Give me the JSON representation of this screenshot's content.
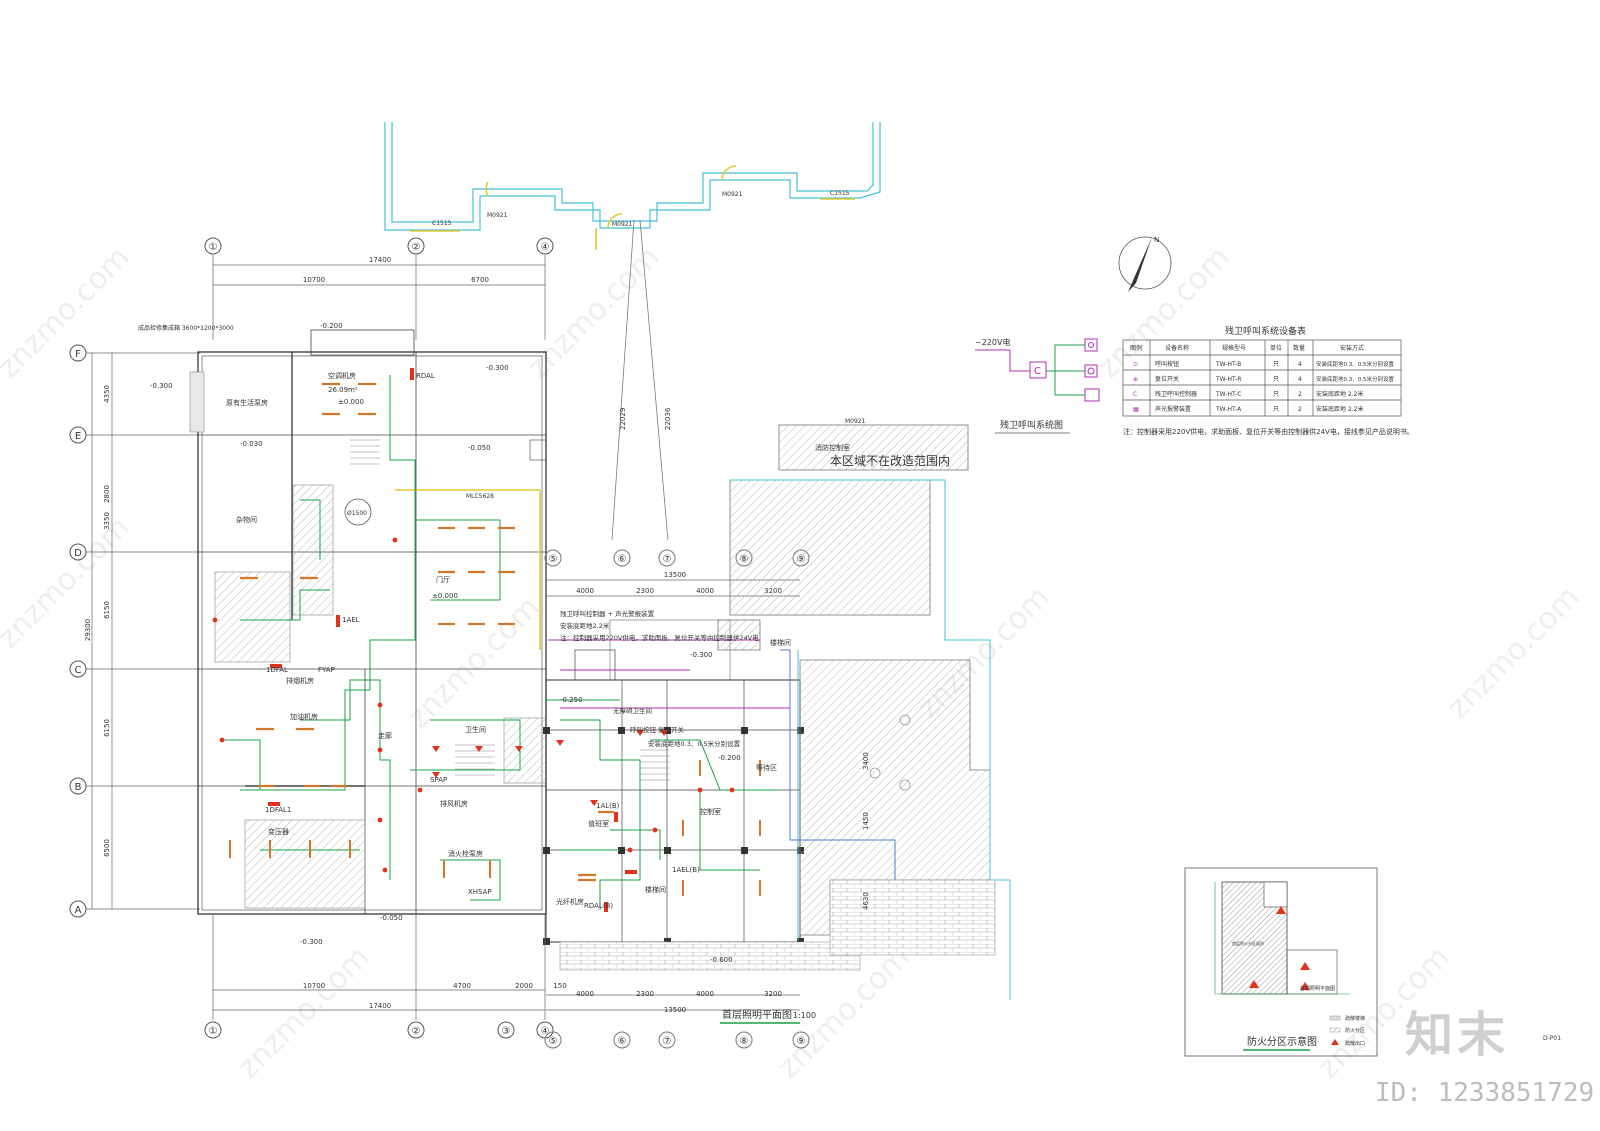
{
  "drawing": {
    "plan_title": "首层照明平面图",
    "plan_scale": "1:100",
    "outside_scope_note": "本区域不在改造范围内",
    "outside_scope_room": "消防控制室",
    "top_door_labels": [
      "C1515",
      "M0921",
      "M0921",
      "M0921",
      "C1515",
      "M0921"
    ],
    "grid_cols_top": [
      "①",
      "②",
      "④"
    ],
    "grid_cols_bottom": [
      "①",
      "②",
      "③",
      "④",
      "⑤",
      "⑥",
      "⑦",
      "⑧",
      "⑨"
    ],
    "grid_cols_mid": [
      "⑤",
      "⑥",
      "⑦",
      "⑧",
      "⑨"
    ],
    "grid_rows": [
      "F",
      "E",
      "D",
      "C",
      "B",
      "A"
    ],
    "dims_top": {
      "total": "17400",
      "a": "10700",
      "b": "6700"
    },
    "dims_bottom": {
      "total": "17400",
      "a": "10700",
      "b": "4700",
      "c": "2000"
    },
    "dims_mid": {
      "total": "13500",
      "a": "4000",
      "b": "2300",
      "c": "4000",
      "d": "3200"
    },
    "dims_bottom_right": {
      "total": "13500",
      "a": "4000",
      "b": "2300",
      "c": "4000",
      "d": "3200",
      "e": "150"
    },
    "dims_left": {
      "total": "29300",
      "r1": "4350",
      "r2": "2800",
      "r3": "3350",
      "r4": "6150",
      "r5": "6150",
      "r6": "6500"
    },
    "vertical_dims": [
      "22029",
      "22036"
    ],
    "side_dims": [
      "3400",
      "1450",
      "4630"
    ],
    "levels": [
      "-0.200",
      "-0.300",
      "-0.030",
      "-0.050",
      "-0.300",
      "-0.250",
      "-0.200",
      "-0.300",
      "-0.050",
      "-0.600",
      "-0.300"
    ],
    "rooms": [
      "原有生活泵房",
      "空调机房",
      "杂物间",
      "门厅",
      "排烟机房",
      "加油机房",
      "变压器",
      "消火栓泵房",
      "光纤机房",
      "排风机房",
      "走廊",
      "卫生间",
      "楼梯间",
      "值班室",
      "等待区",
      "控制室",
      "楼梯间"
    ],
    "area_label": "26.09m²",
    "area_level": "±0.000",
    "door_level": "±0.000",
    "panels": [
      "1DFAL",
      "1DFAL1",
      "1AEL",
      "RDAL",
      "1AL(B)",
      "1AEL(B)",
      "RDAL(B)",
      "XHSAP",
      "SPAP",
      "FYAP"
    ],
    "equipment_note": "成品检修集成箱\n3600*1200*3000",
    "window_label": "MLC5628",
    "circle_label": "Ø1500",
    "callouts": [
      "残卫呼叫控制器 + 声光警报装置",
      "安装底距地2.2米",
      "注：控制器采用220V供电，求助面板、复位开关等由控制器供24V电"
    ],
    "bell_note_title": "呼叫按钮",
    "bell_note_reset": "复位开关",
    "bell_note_height": "安装底距地0.3、0.5米分别设置",
    "toilet_label": "无障碍卫生间",
    "north_symbol": "N"
  },
  "system": {
    "supply_label": "~220V电",
    "controller_symbol": "C",
    "diagram_title": "残卫呼叫系统图"
  },
  "equipment_table": {
    "title": "残卫呼叫系统设备表",
    "headers": [
      "图例",
      "设备名称",
      "规格型号",
      "单位",
      "数量",
      "安装方式"
    ],
    "rows": [
      [
        "⊙",
        "呼叫按钮",
        "TW-HT-B",
        "只",
        "4",
        "安装底距地0.3、0.5米分别设置"
      ],
      [
        "⊕",
        "复位开关",
        "TW-HT-R",
        "只",
        "4",
        "安装底距地0.3、0.5米分别设置"
      ],
      [
        "C",
        "残卫呼叫控制器",
        "TW-HT-C",
        "只",
        "2",
        "安装底距地 2.2米"
      ],
      [
        "▦",
        "声光报警装置",
        "TW-HT-A",
        "只",
        "2",
        "安装底距地 2.2米"
      ]
    ],
    "note": "注：控制器采用220V供电，求助面板、复位开关等由控制器供24V电，接线参见产品说明书。"
  },
  "fire_zone": {
    "title": "防火分区示意图",
    "legend": [
      "疏散楼梯",
      "防火分区",
      "疏散出口"
    ],
    "inner_label": "首层防火分区面积",
    "sub_label": "首层照明平面图"
  },
  "sheet_code": "D-P01",
  "watermark": "znzmo.com",
  "logo": "知末",
  "id_text": "ID: 1233851729",
  "colors": {
    "line": "#4a4a4a",
    "green": "#1aa14a",
    "red": "#e0321c",
    "orange": "#d5772a",
    "cyan": "#45c1d6",
    "yellow": "#f0dc4a",
    "magenta": "#b12fb5",
    "hatch": "#b8b8b8"
  }
}
